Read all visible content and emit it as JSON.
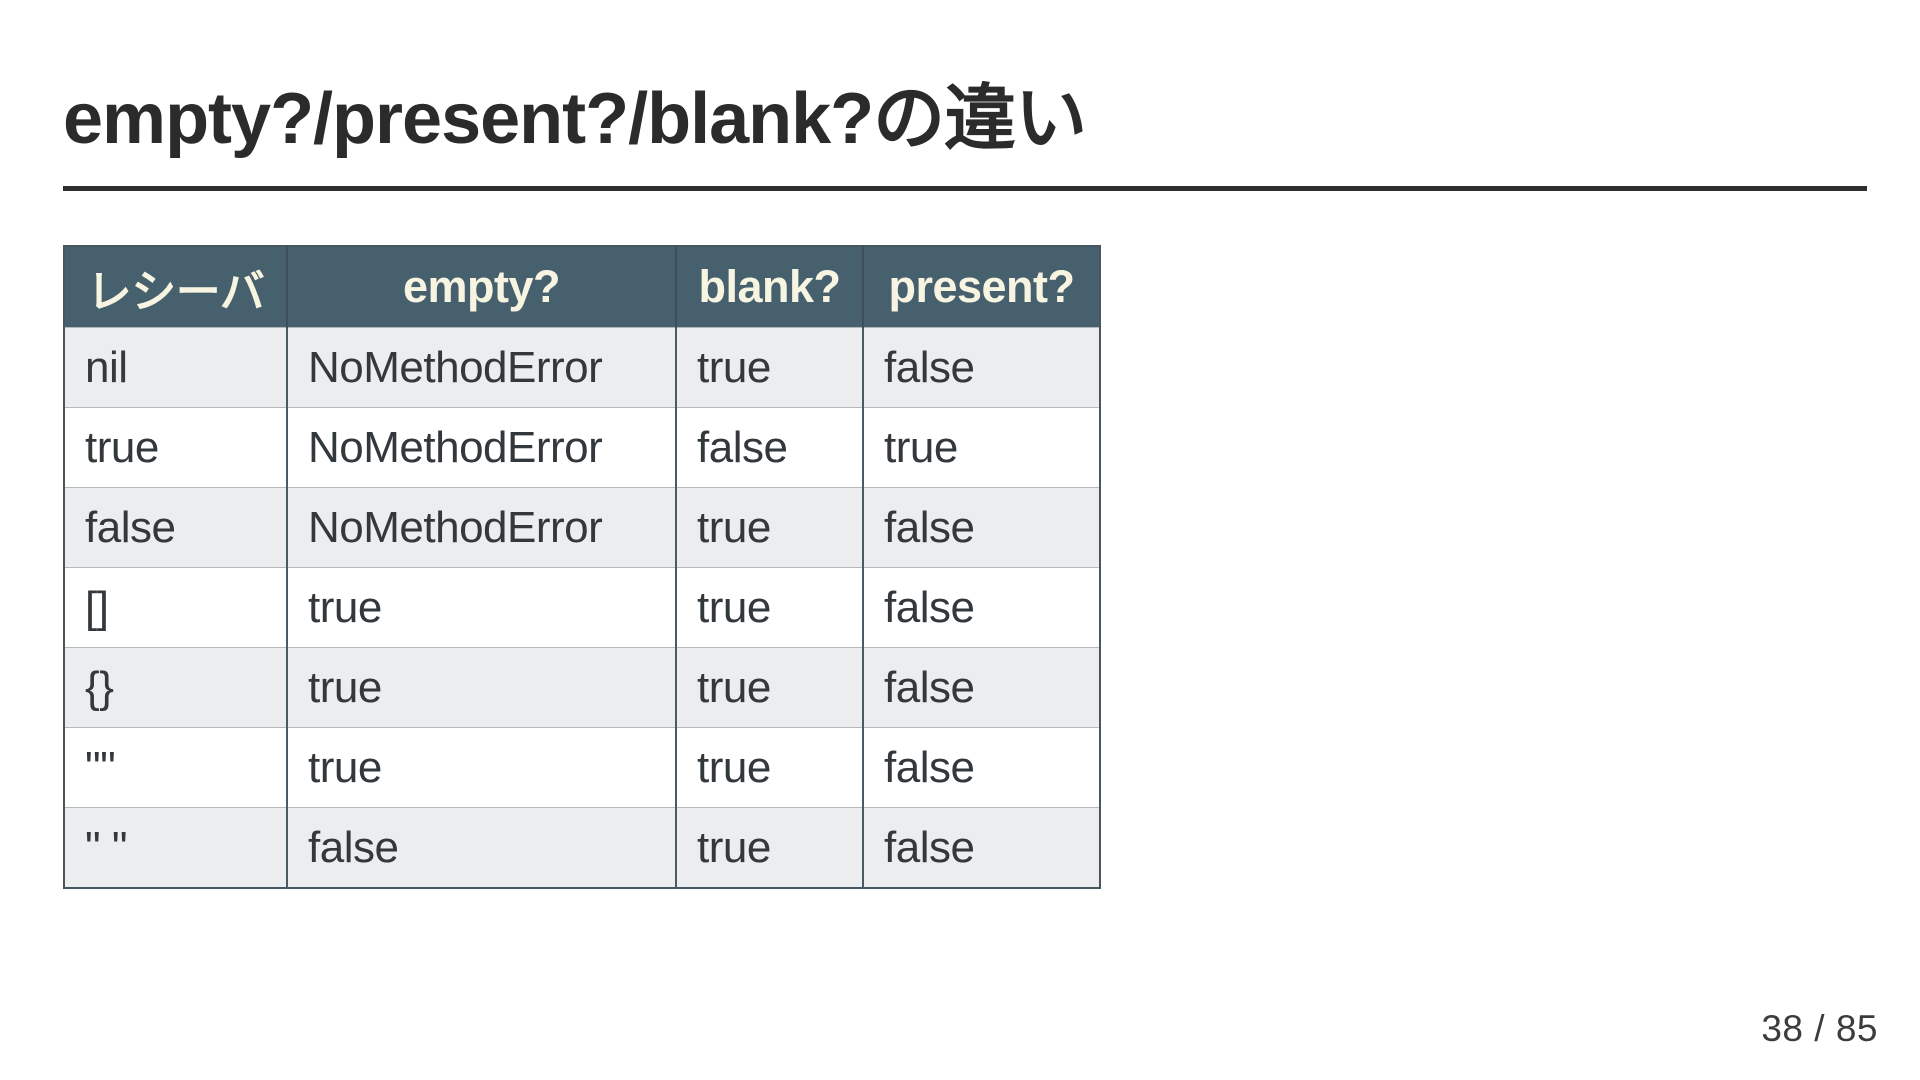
{
  "slide": {
    "title": "empty?/present?/blank?の違い",
    "page_indicator": "38 / 85",
    "table": {
      "headers": [
        "レシーバ",
        "empty?",
        "blank?",
        "present?"
      ],
      "rows": [
        [
          "nil",
          "NoMethodError",
          "true",
          "false"
        ],
        [
          "true",
          "NoMethodError",
          "false",
          "true"
        ],
        [
          "false",
          "NoMethodError",
          "true",
          "false"
        ],
        [
          "[]",
          "true",
          "true",
          "false"
        ],
        [
          "{}",
          "true",
          "true",
          "false"
        ],
        [
          "\"\"",
          "true",
          "true",
          "false"
        ],
        [
          "\" \"",
          "false",
          "true",
          "false"
        ]
      ]
    },
    "colors": {
      "header_bg": "#46606d",
      "header_text": "#f8f4e2",
      "row_stripe_bg": "#ebedee",
      "row_plain_bg": "#ffffff",
      "column_border": "#4b5a63",
      "row_border": "#b2b8bc",
      "title_text": "#2b2b2b",
      "title_rule": "#2e2e2e",
      "body_text": "#33383c",
      "page_number_text": "#3c3c3c"
    }
  }
}
